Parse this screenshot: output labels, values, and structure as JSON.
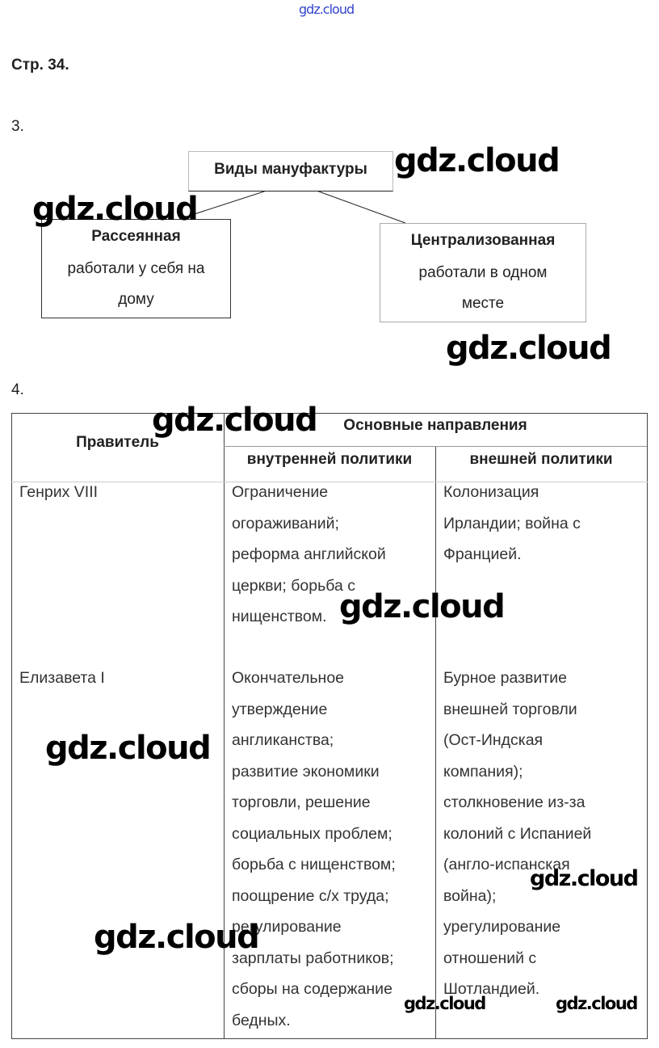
{
  "top_link": "gdz.cloud",
  "page_ref": "Стр. 34.",
  "task3": {
    "number": "3.",
    "root": "Виды мануфактуры",
    "left": {
      "title": "Рассеянная",
      "lines": [
        "работали у себя на",
        "дому"
      ]
    },
    "right": {
      "title": "Централизованная",
      "lines": [
        "работали в одном",
        "месте"
      ]
    }
  },
  "task4": {
    "number": "4.",
    "headers": {
      "ruler": "Правитель",
      "main": "Основные направления",
      "internal": "внутренней политики",
      "external": "внешней политики"
    },
    "rows": [
      {
        "ruler": "Генрих VIII",
        "internal": [
          "Ограничение",
          "огораживаний;",
          "реформа английской",
          "церкви; борьба с",
          "нищенством."
        ],
        "external": [
          "Колонизация",
          "Ирландии; война с",
          "Францией."
        ]
      },
      {
        "ruler": "Елизавета I",
        "internal": [
          "Окончательное",
          "утверждение",
          "англиканства;",
          "развитие экономики",
          "торговли, решение",
          "социальных проблем;",
          "борьба с нищенством;",
          "поощрение с/х труда;",
          "регулирование",
          "зарплаты работников;",
          "сборы на содержание",
          "бедных."
        ],
        "external": [
          "Бурное развитие",
          "внешней торговли",
          "(Ост-Индская",
          "компания);",
          "столкновение из-за",
          "колоний с Испанией",
          "(англо-испанская",
          "война);",
          "урегулирование",
          "отношений с",
          "Шотландией."
        ]
      }
    ]
  },
  "watermarks": [
    "gdz.cloud",
    "gdz.cloud",
    "gdz.cloud",
    "gdz.cloud",
    "gdz.cloud",
    "gdz.cloud",
    "gdz.cloud",
    "gdz.cloud",
    "gdz.cloud",
    "gdz.cloud"
  ]
}
